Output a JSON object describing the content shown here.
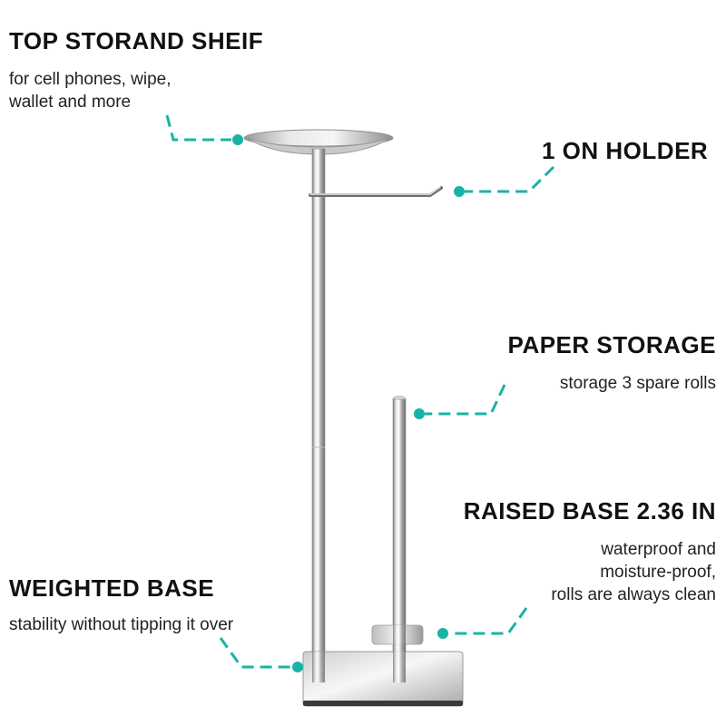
{
  "callouts": {
    "top_shelf": {
      "title": "TOP STORAND SHEIF",
      "lines": [
        "for cell phones, wipe,",
        "wallet and more"
      ]
    },
    "holder": {
      "title": "1 ON HOLDER"
    },
    "paper_storage": {
      "title": "PAPER STORAGE",
      "lines": [
        "storage 3 spare rolls"
      ]
    },
    "raised_base": {
      "title": "RAISED BASE 2.36 IN",
      "lines": [
        "waterproof and",
        "moisture-proof,",
        "rolls are always clean"
      ]
    },
    "weighted_base": {
      "title": "WEIGHTED BASE",
      "lines": [
        "stability without tipping it over"
      ]
    }
  },
  "colors": {
    "accent": "#19b3a6",
    "steel_light": "#f2f2f2",
    "steel_dark": "#8a8a8a"
  }
}
